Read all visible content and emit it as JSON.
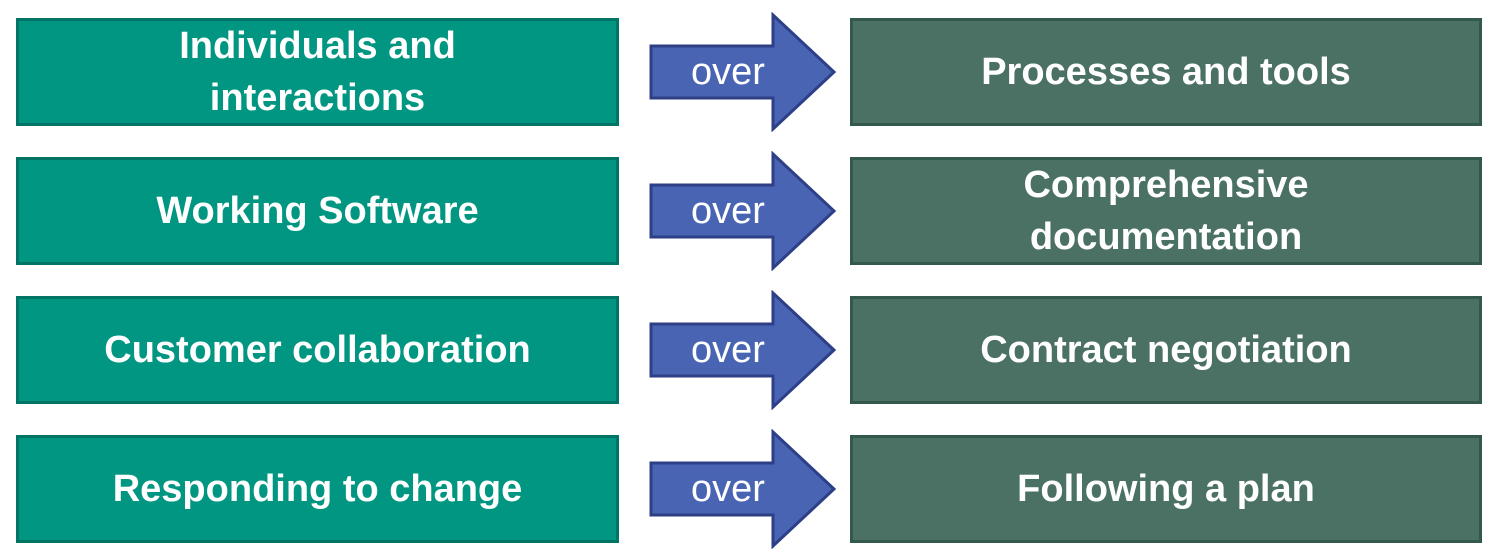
{
  "colors": {
    "left_fill": "#009681",
    "right_fill": "#4a7164",
    "arrow_fill": "#4a64b4",
    "arrow_stroke": "#2d3f86"
  },
  "rows": [
    {
      "left": "Individuals and interactions",
      "connector": "over",
      "right": "Processes and tools"
    },
    {
      "left": "Working Software",
      "connector": "over",
      "right": "Comprehensive documentation"
    },
    {
      "left": "Customer collaboration",
      "connector": "over",
      "right": "Contract negotiation"
    },
    {
      "left": "Responding to change",
      "connector": "over",
      "right": "Following a plan"
    }
  ]
}
